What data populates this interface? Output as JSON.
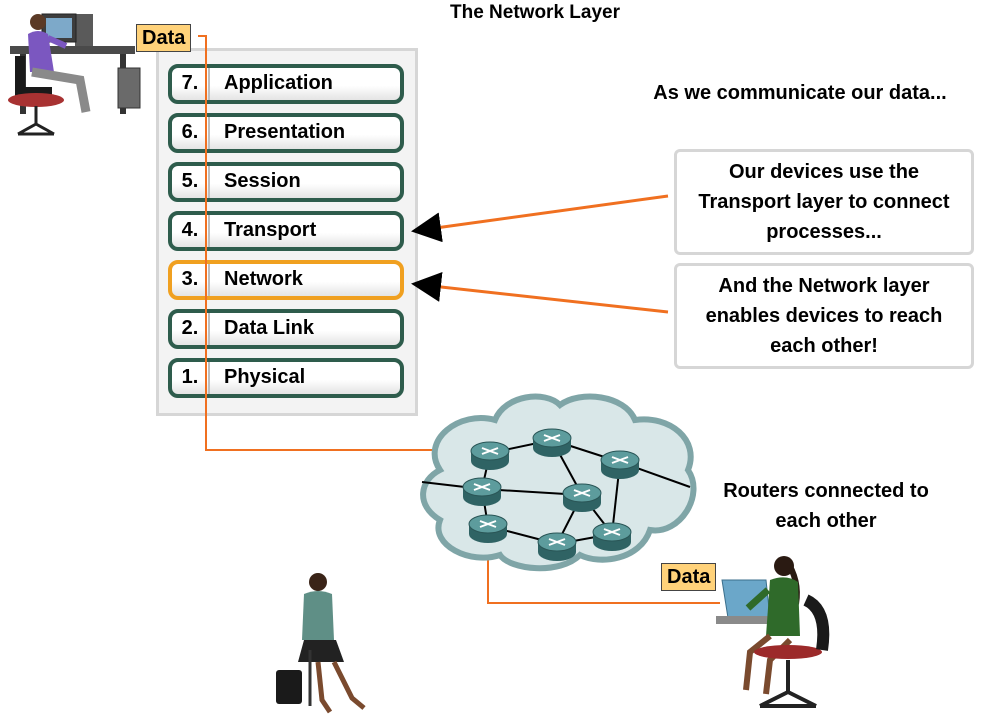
{
  "title": "The Network Layer",
  "layers": [
    {
      "num": "7.",
      "name": "Application"
    },
    {
      "num": "6.",
      "name": "Presentation"
    },
    {
      "num": "5.",
      "name": "Session"
    },
    {
      "num": "4.",
      "name": "Transport"
    },
    {
      "num": "3.",
      "name": "Network"
    },
    {
      "num": "2.",
      "name": "Data Link"
    },
    {
      "num": "1.",
      "name": "Physical"
    }
  ],
  "highlighted_layer": "Network",
  "data_tag": "Data",
  "callouts": {
    "heading": "As we communicate our data...",
    "transport": "Our devices use the Transport layer to connect processes...",
    "network": "And the Network layer enables devices to reach each other!"
  },
  "routers_label": "Routers connected to each other",
  "colors": {
    "arrow": "#f07020",
    "layer_border": "#2e5c4c",
    "highlight_border": "#f0a020",
    "data_tag_fill": "#ffd27a",
    "router_fill": "#4e8a8c",
    "cloud_fill": "#cfe0e2"
  },
  "icons": [
    "person-at-desktop-icon",
    "router-icon",
    "cloud-icon",
    "person-with-phone-icon",
    "person-at-laptop-icon"
  ]
}
